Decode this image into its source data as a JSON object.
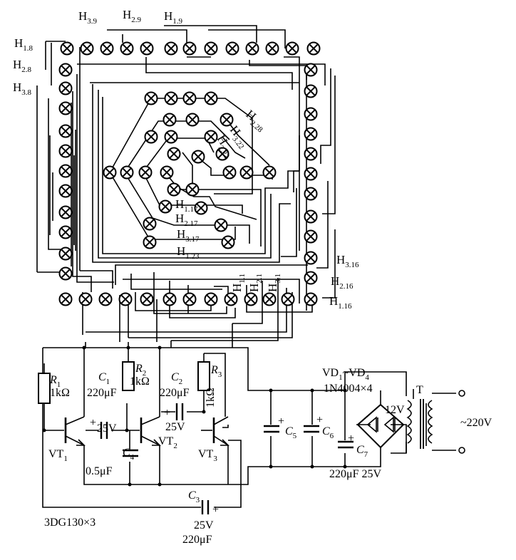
{
  "lamp_labels": {
    "h_3_9": {
      "main": "H",
      "sub": "3.9"
    },
    "h_2_9": {
      "main": "H",
      "sub": "2.9"
    },
    "h_1_9": {
      "main": "H",
      "sub": "1.9"
    },
    "h_1_8": {
      "main": "H",
      "sub": "1.8"
    },
    "h_2_8": {
      "main": "H",
      "sub": "2.8"
    },
    "h_3_8": {
      "main": "H",
      "sub": "3.8"
    },
    "h_2_28": {
      "main": "H",
      "sub": "2.28"
    },
    "h_3_22": {
      "main": "H",
      "sub": "3.22"
    },
    "h_2_22": {
      "main": "H",
      "sub": "2.22"
    },
    "h_1_17": {
      "main": "H",
      "sub": "1.17"
    },
    "h_2_17": {
      "main": "H",
      "sub": "2.17"
    },
    "h_3_17": {
      "main": "H",
      "sub": "3.17"
    },
    "h_1_23": {
      "main": "H",
      "sub": "1.23"
    },
    "h_3_16": {
      "main": "H",
      "sub": "3.16"
    },
    "h_2_16": {
      "main": "H",
      "sub": "2.16"
    },
    "h_1_16": {
      "main": "H",
      "sub": "1.16"
    },
    "h_1_1": {
      "main": "H",
      "sub": "1.1"
    },
    "h_2_1": {
      "main": "H",
      "sub": "2.1"
    },
    "h_3_1": {
      "main": "H",
      "sub": "3.1"
    }
  },
  "components": {
    "r1": {
      "main": "R",
      "sub": "1",
      "value": "1kΩ"
    },
    "r2": {
      "main": "R",
      "sub": "2",
      "value": "1kΩ"
    },
    "r3": {
      "main": "R",
      "sub": "3",
      "value": "1kΩ"
    },
    "c1": {
      "main": "C",
      "sub": "1",
      "value": "220μF",
      "voltage": "25V"
    },
    "c2": {
      "main": "C",
      "sub": "2",
      "value": "220μF",
      "voltage": "25V"
    },
    "c3": {
      "main": "C",
      "sub": "3",
      "value": "220μF",
      "voltage": "25V"
    },
    "c4": {
      "main": "C",
      "sub": "4",
      "value": "0.5μF"
    },
    "c5": {
      "main": "C",
      "sub": "5"
    },
    "c6": {
      "main": "C",
      "sub": "6"
    },
    "c7": {
      "main": "C",
      "sub": "7"
    },
    "vt1": {
      "main": "VT",
      "sub": "1"
    },
    "vt2": {
      "main": "VT",
      "sub": "2"
    },
    "vt3": {
      "main": "VT",
      "sub": "3"
    },
    "transistor_type": "3DG130×3",
    "diode_range": {
      "a": "VD",
      "a_sub": "1",
      "sep": "~VD",
      "b_sub": "4"
    },
    "diode_type": "1N4004×4",
    "transformer": "T",
    "secondary_voltage": "12V",
    "mains": "~220V",
    "filter_rating": "220μF  25V",
    "plus": "+"
  }
}
